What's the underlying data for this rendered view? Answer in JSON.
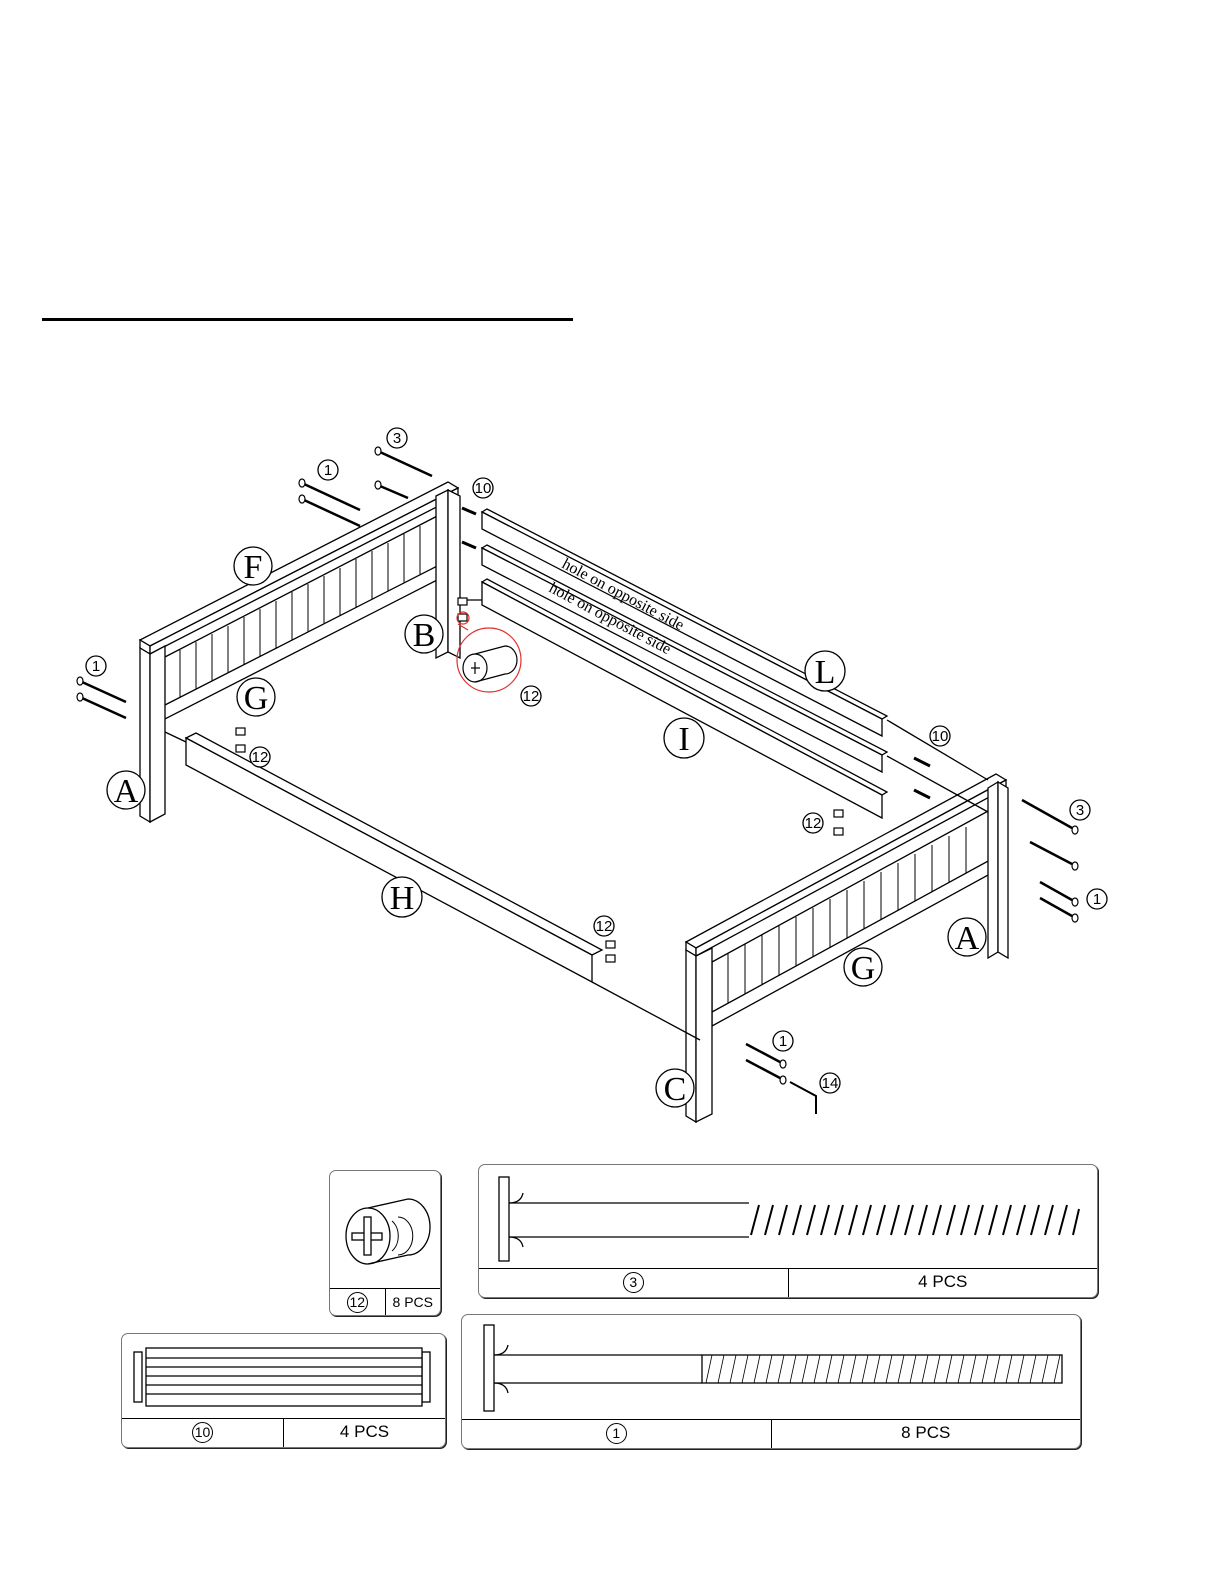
{
  "parts": {
    "F": "F",
    "G": "G",
    "B": "B",
    "A": "A",
    "H": "H",
    "I": "I",
    "L": "L",
    "C": "C"
  },
  "hardware_callouts": {
    "bolt_long": "1",
    "bolt_short": "3",
    "dowel": "10",
    "barrel_nut": "12",
    "allen_key": "14"
  },
  "rail_notes": [
    "hole on  opposite side",
    "hole on  opposite side"
  ],
  "hardware_cards": [
    {
      "id": "12",
      "qty": "8 PCS"
    },
    {
      "id": "3",
      "qty": "4 PCS"
    },
    {
      "id": "10",
      "qty": "4 PCS"
    },
    {
      "id": "1",
      "qty": "8 PCS"
    }
  ],
  "colors": {
    "line": "#000000",
    "highlight": "#e03030"
  }
}
